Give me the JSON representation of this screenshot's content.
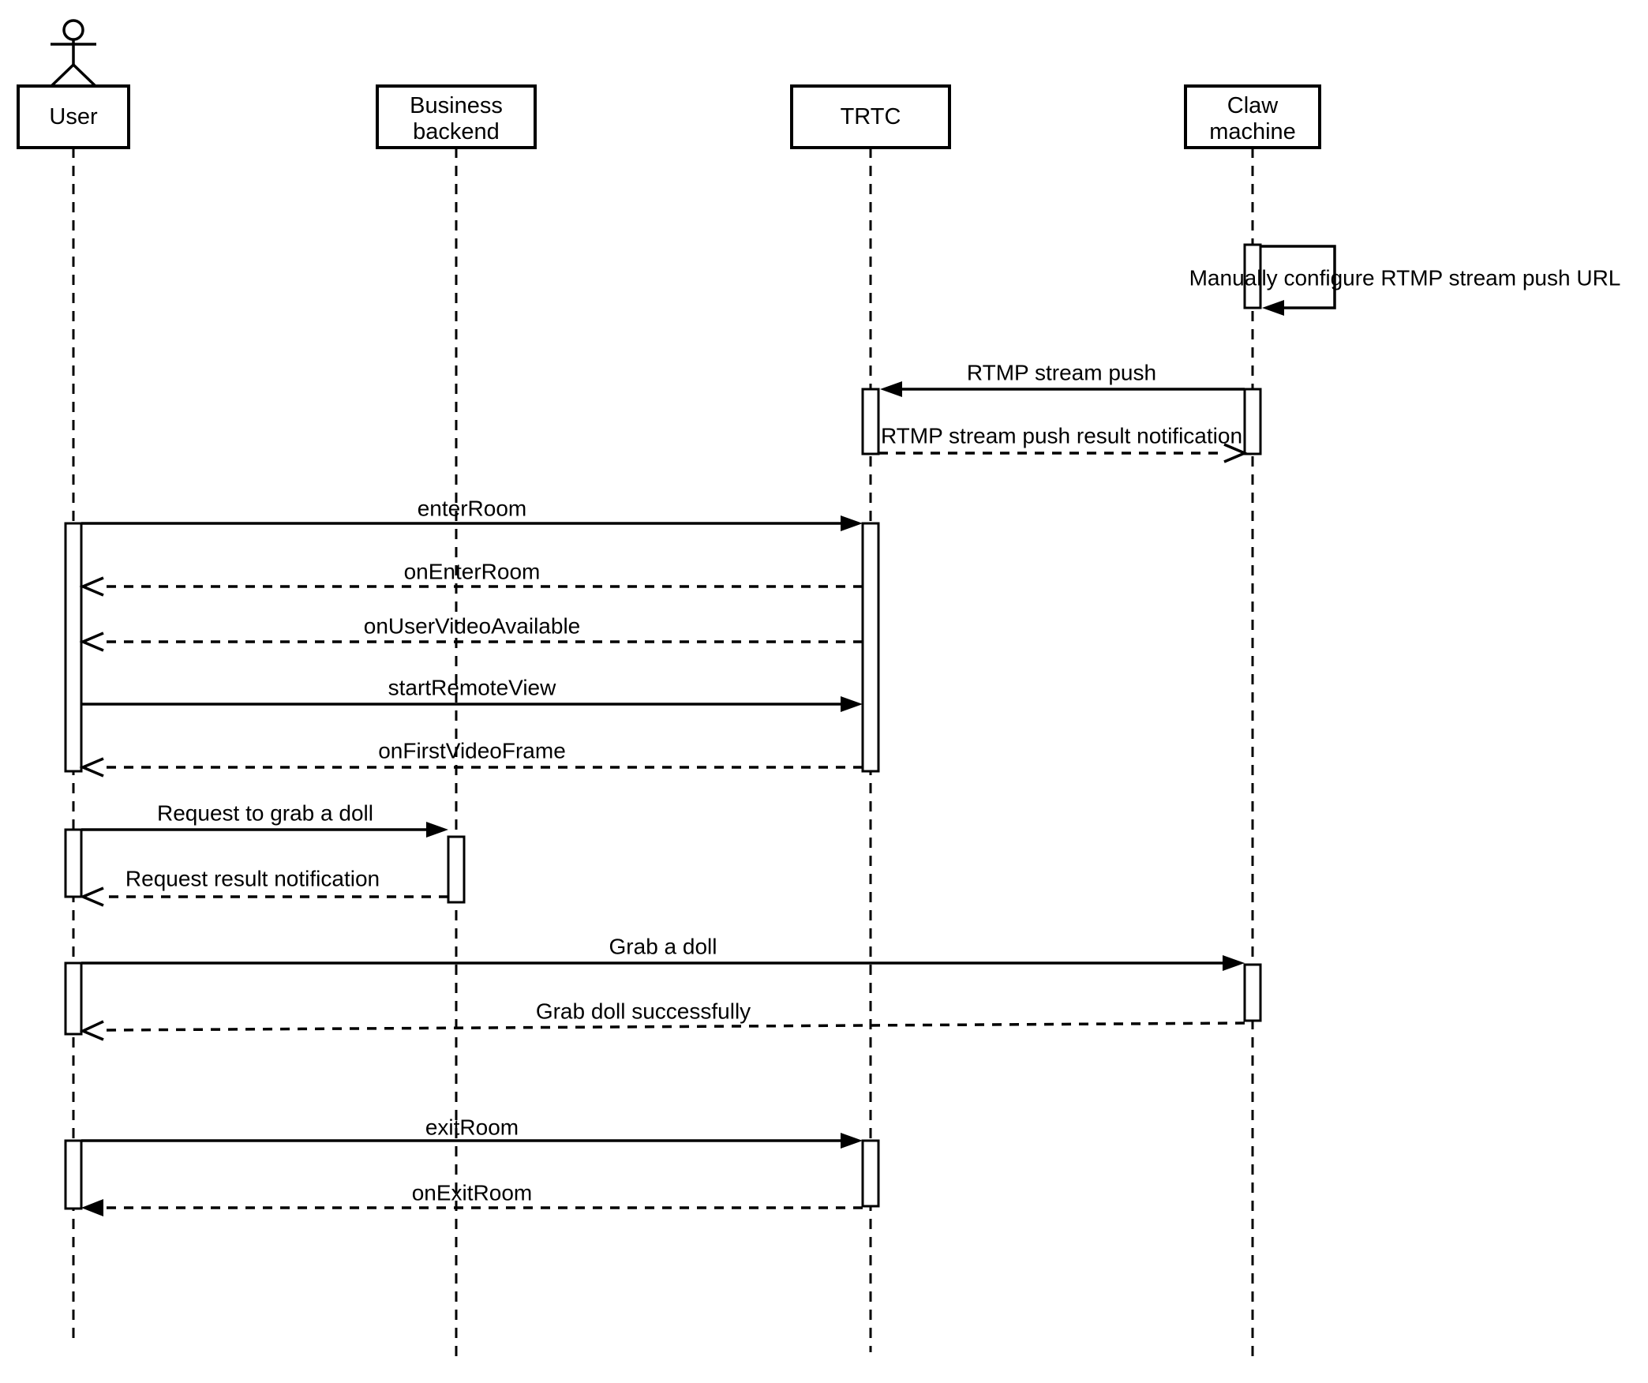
{
  "diagram": {
    "type": "sequence",
    "colors": {
      "background": "#ffffff",
      "stroke": "#000000",
      "text": "#000000"
    },
    "participants": [
      {
        "id": "user",
        "label": "User",
        "kind": "actor"
      },
      {
        "id": "business-backend",
        "label": "Business backend",
        "label_lines": [
          "Business",
          "backend"
        ],
        "kind": "object"
      },
      {
        "id": "trtc",
        "label": "TRTC",
        "kind": "object"
      },
      {
        "id": "claw-machine",
        "label": "Claw machine",
        "label_lines": [
          "Claw",
          "machine"
        ],
        "kind": "object"
      }
    ],
    "messages": [
      {
        "from": "claw-machine",
        "to": "claw-machine",
        "label": "Manually configure RTMP stream push URL",
        "style": "solid",
        "kind": "self",
        "arrowhead": "filled"
      },
      {
        "from": "claw-machine",
        "to": "trtc",
        "label": "RTMP stream push",
        "style": "solid",
        "arrowhead": "filled"
      },
      {
        "from": "trtc",
        "to": "claw-machine",
        "label": "RTMP stream push result notification",
        "style": "dashed",
        "arrowhead": "open"
      },
      {
        "from": "user",
        "to": "trtc",
        "label": "enterRoom",
        "style": "solid",
        "arrowhead": "filled"
      },
      {
        "from": "trtc",
        "to": "user",
        "label": "onEnterRoom",
        "style": "dashed",
        "arrowhead": "open"
      },
      {
        "from": "trtc",
        "to": "user",
        "label": "onUserVideoAvailable",
        "style": "dashed",
        "arrowhead": "open"
      },
      {
        "from": "user",
        "to": "trtc",
        "label": "startRemoteView",
        "style": "solid",
        "arrowhead": "filled"
      },
      {
        "from": "trtc",
        "to": "user",
        "label": "onFirstVideoFrame",
        "style": "dashed",
        "arrowhead": "open"
      },
      {
        "from": "user",
        "to": "business-backend",
        "label": "Request to grab a doll",
        "style": "solid",
        "arrowhead": "filled"
      },
      {
        "from": "business-backend",
        "to": "user",
        "label": "Request result notification",
        "style": "dashed",
        "arrowhead": "open"
      },
      {
        "from": "user",
        "to": "claw-machine",
        "label": "Grab a doll",
        "style": "solid",
        "arrowhead": "filled"
      },
      {
        "from": "claw-machine",
        "to": "user",
        "label": "Grab doll successfully",
        "style": "dashed",
        "arrowhead": "open"
      },
      {
        "from": "user",
        "to": "trtc",
        "label": "exitRoom",
        "style": "solid",
        "arrowhead": "filled"
      },
      {
        "from": "trtc",
        "to": "user",
        "label": "onExitRoom",
        "style": "dashed",
        "arrowhead": "filled"
      }
    ]
  }
}
